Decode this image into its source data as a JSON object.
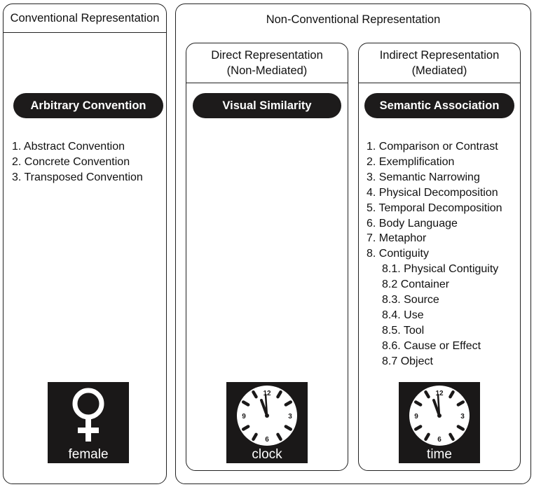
{
  "conventional": {
    "title": "Conventional Representation",
    "pill": "Arbitrary Convention",
    "items": [
      "1. Abstract Convention",
      "2. Concrete Convention",
      "3. Transposed Convention"
    ],
    "picture": {
      "icon": "female-symbol-icon",
      "caption": "female"
    }
  },
  "non_conventional": {
    "title": "Non-Conventional Representation",
    "direct": {
      "title_line1": "Direct Representation",
      "title_line2": "(Non-Mediated)",
      "pill": "Visual Similarity",
      "picture": {
        "icon": "clock-icon",
        "caption": "clock"
      }
    },
    "indirect": {
      "title_line1": "Indirect Representation",
      "title_line2": "(Mediated)",
      "pill": "Semantic Association",
      "items": [
        "1. Comparison or Contrast",
        "2. Exemplification",
        "3. Semantic Narrowing",
        "4. Physical Decomposition",
        "5. Temporal Decomposition",
        "6. Body Language",
        "7. Metaphor",
        "8. Contiguity"
      ],
      "subitems": [
        "8.1. Physical Contiguity",
        "8.2 Container",
        "8.3. Source",
        "8.4. Use",
        "8.5. Tool",
        "8.6. Cause or Effect",
        "8.7 Object"
      ],
      "picture": {
        "icon": "clock-icon",
        "caption": "time"
      }
    }
  },
  "clock_numerals": [
    "12",
    "3",
    "6",
    "9"
  ],
  "colors": {
    "pill_fill": "#1d1b1b",
    "picture_fill": "#1a1818",
    "border": "#222222"
  }
}
